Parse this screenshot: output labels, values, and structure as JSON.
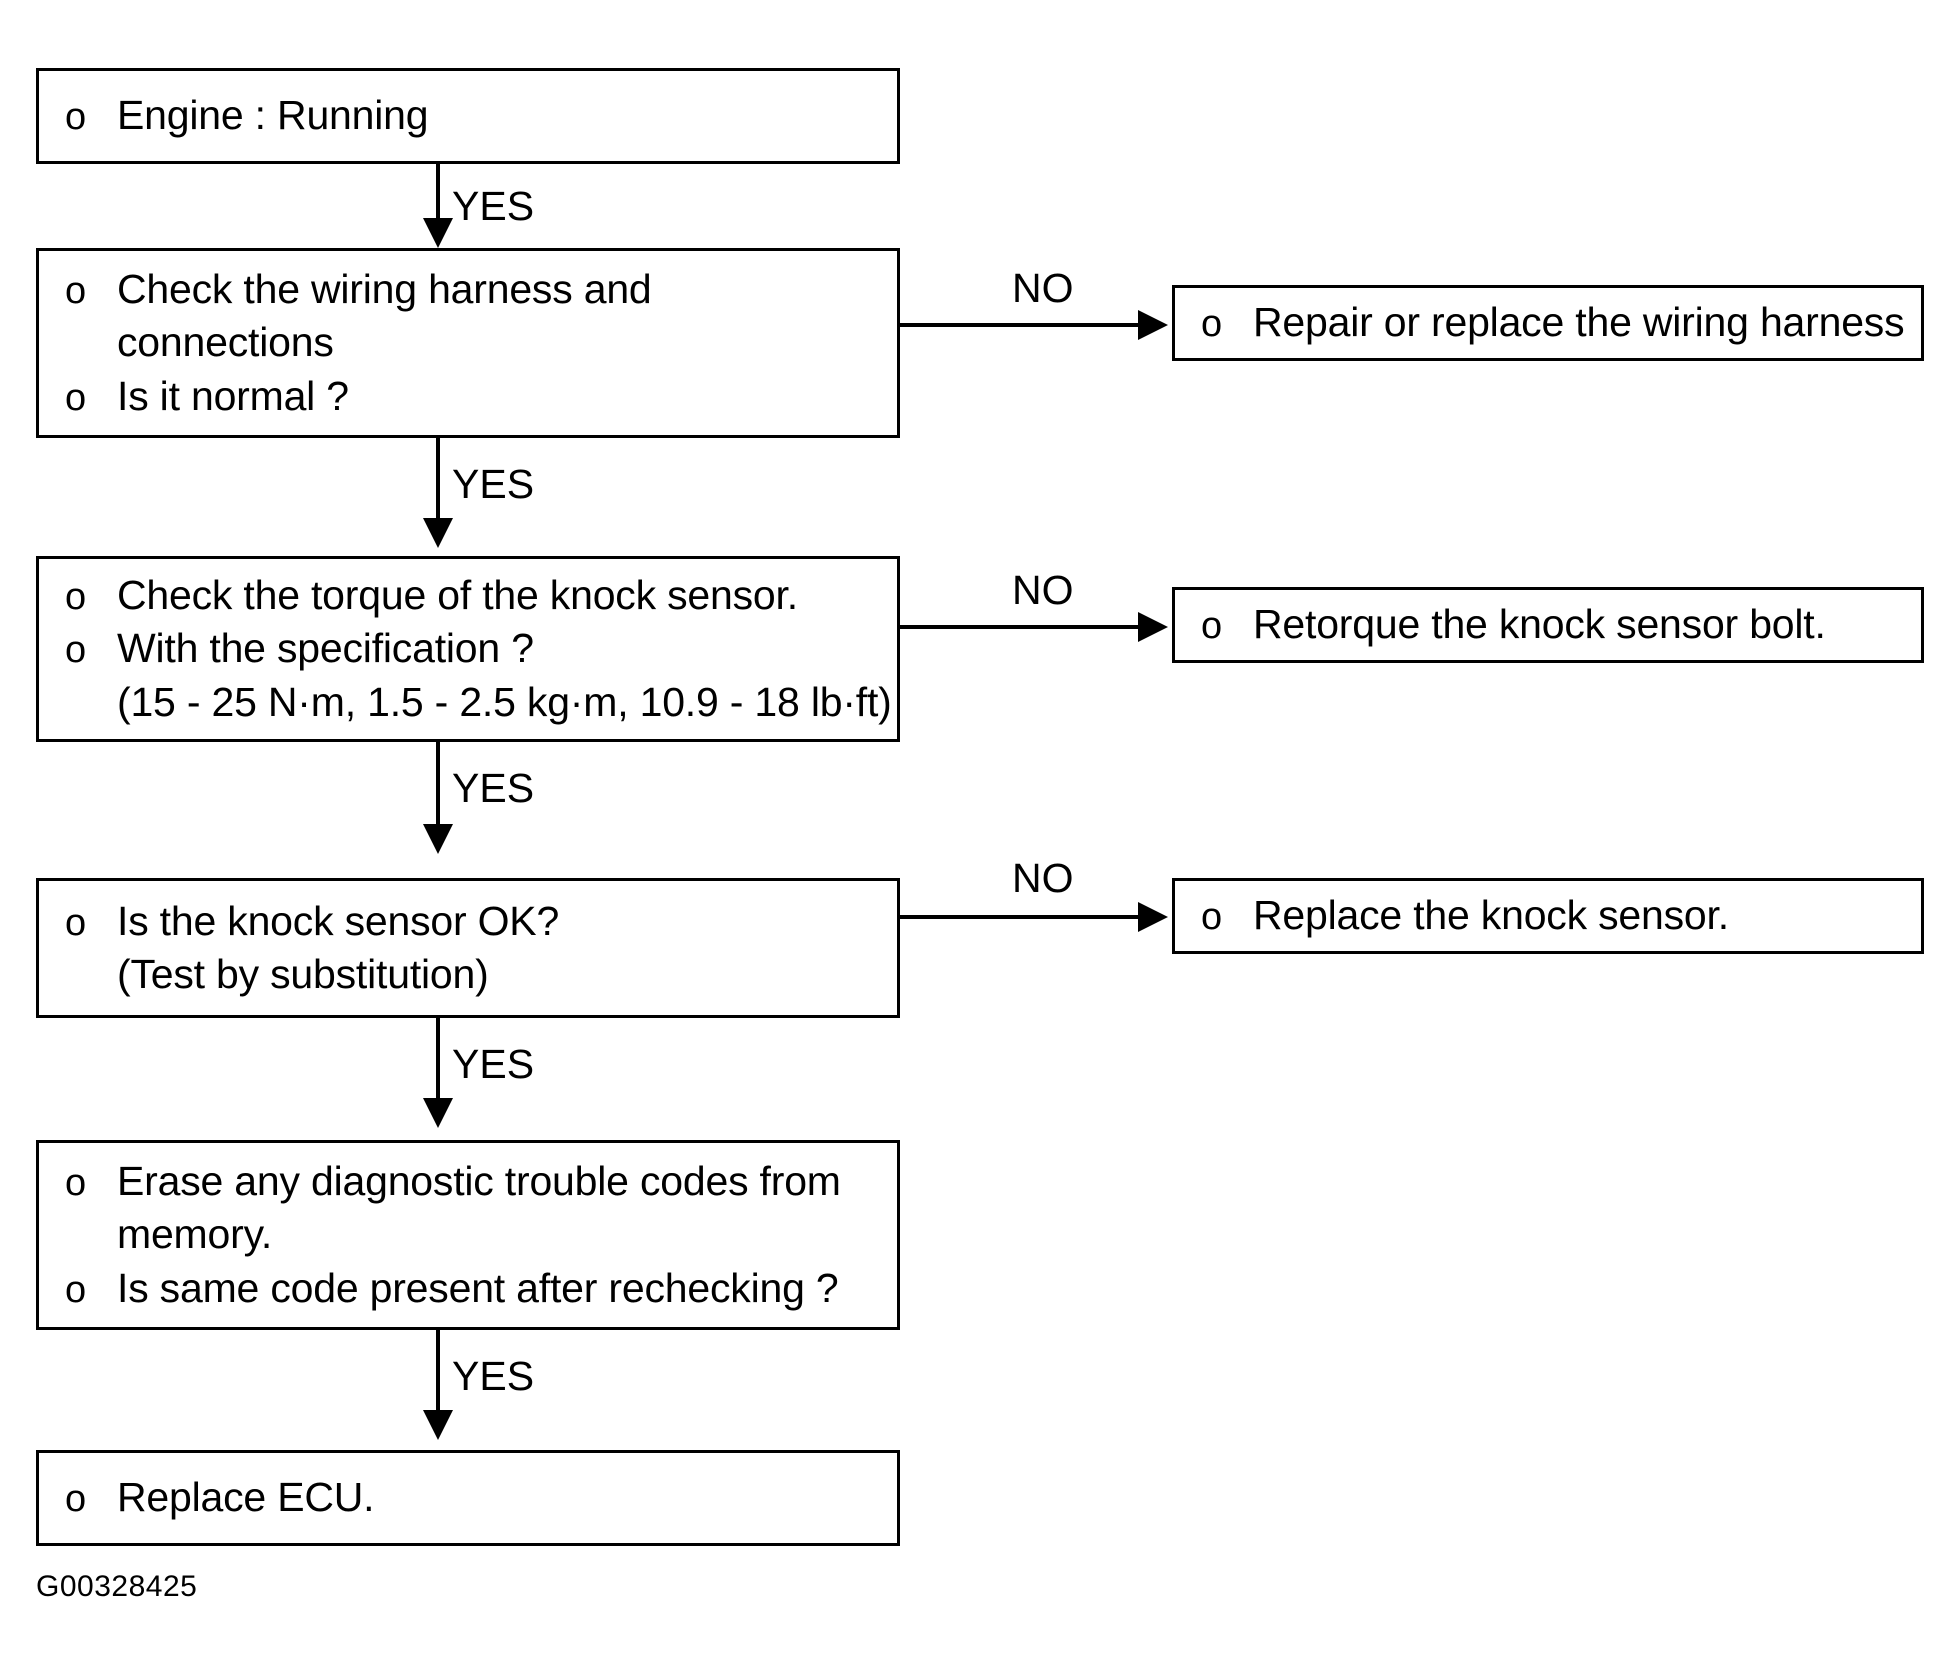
{
  "figure": {
    "id_code": "G00328425",
    "type": "diagnostic-flowchart"
  },
  "nodes": {
    "engine_running": {
      "lines": [
        {
          "bullet": "o",
          "text": "Engine : Running"
        }
      ]
    },
    "check_wiring": {
      "lines": [
        {
          "bullet": "o",
          "text": "Check the wiring harness and"
        },
        {
          "bullet": "",
          "text": "connections"
        },
        {
          "bullet": "o",
          "text": "Is it normal ?"
        }
      ]
    },
    "repair_wiring": {
      "lines": [
        {
          "bullet": "o",
          "text": "Repair or replace the wiring harness"
        }
      ]
    },
    "check_torque": {
      "lines": [
        {
          "bullet": "o",
          "text": "Check the torque of the knock sensor."
        },
        {
          "bullet": "o",
          "text": "With the specification ?"
        },
        {
          "bullet": "",
          "text": "(15 - 25 N·m, 1.5 - 2.5 kg·m, 10.9 - 18 lb·ft)"
        }
      ]
    },
    "retorque_bolt": {
      "lines": [
        {
          "bullet": "o",
          "text": "Retorque the knock sensor bolt."
        }
      ]
    },
    "sensor_ok": {
      "lines": [
        {
          "bullet": "o",
          "text": "Is the knock sensor OK?"
        },
        {
          "bullet": "",
          "text": "(Test by substitution)"
        }
      ]
    },
    "replace_sensor": {
      "lines": [
        {
          "bullet": "o",
          "text": "Replace the knock sensor."
        }
      ]
    },
    "erase_codes": {
      "lines": [
        {
          "bullet": "o",
          "text": "Erase any diagnostic trouble codes from"
        },
        {
          "bullet": "",
          "text": "memory."
        },
        {
          "bullet": "o",
          "text": "Is same code present after rechecking ?"
        }
      ]
    },
    "replace_ecu": {
      "lines": [
        {
          "bullet": "o",
          "text": "Replace ECU."
        }
      ]
    }
  },
  "edges": {
    "yes_1": "YES",
    "no_1": "NO",
    "yes_2": "YES",
    "no_2": "NO",
    "yes_3": "YES",
    "no_3": "NO",
    "yes_4": "YES",
    "yes_5": "YES"
  },
  "colors": {
    "stroke": "#000000",
    "background": "#ffffff",
    "text": "#000000"
  }
}
